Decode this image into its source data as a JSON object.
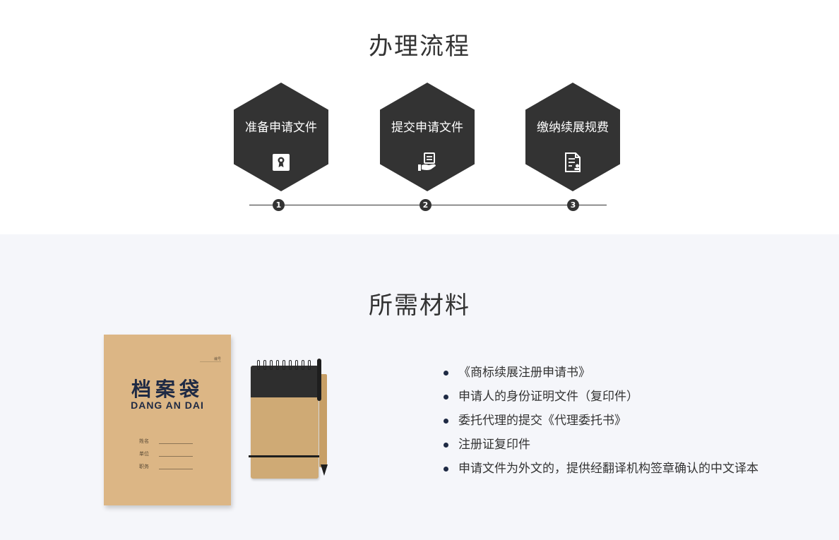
{
  "process": {
    "title": "办理流程",
    "steps": [
      {
        "label": "准备申请文件",
        "number": "1",
        "icon": "certificate-icon"
      },
      {
        "label": "提交申请文件",
        "number": "2",
        "icon": "hand-document-icon"
      },
      {
        "label": "缴纳续展规费",
        "number": "3",
        "icon": "document-seal-icon"
      }
    ]
  },
  "materials": {
    "title": "所需材料",
    "folder": {
      "title": "档案袋",
      "subtitle": "DANG AN DAI",
      "number_label": "编号",
      "fields": [
        "姓名",
        "单位",
        "职务"
      ]
    },
    "items": [
      "《商标续展注册申请书》",
      "申请人的身份证明文件（复印件）",
      "委托代理的提交《代理委托书》",
      "注册证复印件",
      "申请文件为外文的，提供经翻译机构签章确认的中文译本"
    ]
  },
  "colors": {
    "hexagon": "#333333",
    "background_lower": "#f5f6fa",
    "bullet": "#1f2a44",
    "folder": "#dcb685"
  }
}
